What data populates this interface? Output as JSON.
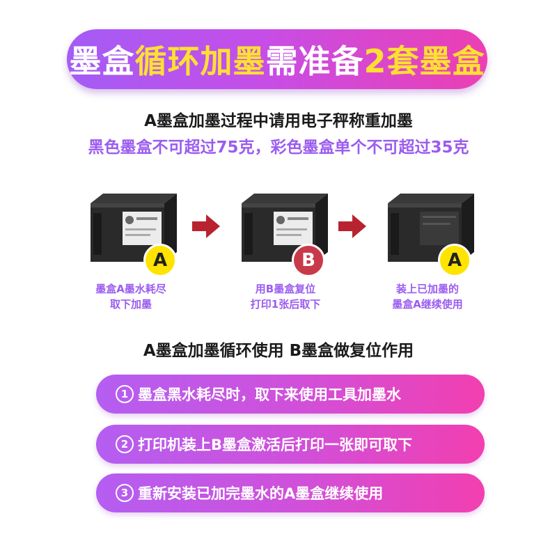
{
  "banner": {
    "part1": "墨盒",
    "part2": "循环加墨",
    "part3": "需准备",
    "part4": "2套墨盒"
  },
  "subtitle1": "A墨盒加墨过程中请用电子秤称重加墨",
  "subtitle2": "黑色墨盒不可超过75克，彩色墨盒单个不可超过35克",
  "steps": [
    {
      "badge": "A",
      "line1": "墨盒A墨水耗尽",
      "line2": "取下加墨"
    },
    {
      "badge": "B",
      "line1": "用B墨盒复位",
      "line2": "打印1张后取下"
    },
    {
      "badge": "A",
      "line1": "装上已加墨的",
      "line2": "墨盒A继续使用"
    }
  ],
  "middle_text": "A墨盒加墨循环使用 B墨盒做复位作用",
  "instructions": [
    {
      "num": "1",
      "text": "墨盒黑水耗尽时，取下来使用工具加墨水"
    },
    {
      "num": "2",
      "text": "打印机装上B墨盒激活后打印一张即可取下"
    },
    {
      "num": "3",
      "text": "重新安装已加完墨水的A墨盒继续使用"
    }
  ],
  "colors": {
    "purple": "#9b5cf0",
    "pink": "#ec3fb2",
    "yellow_text": "#ffe032",
    "arrow_red": "#b8232f"
  }
}
